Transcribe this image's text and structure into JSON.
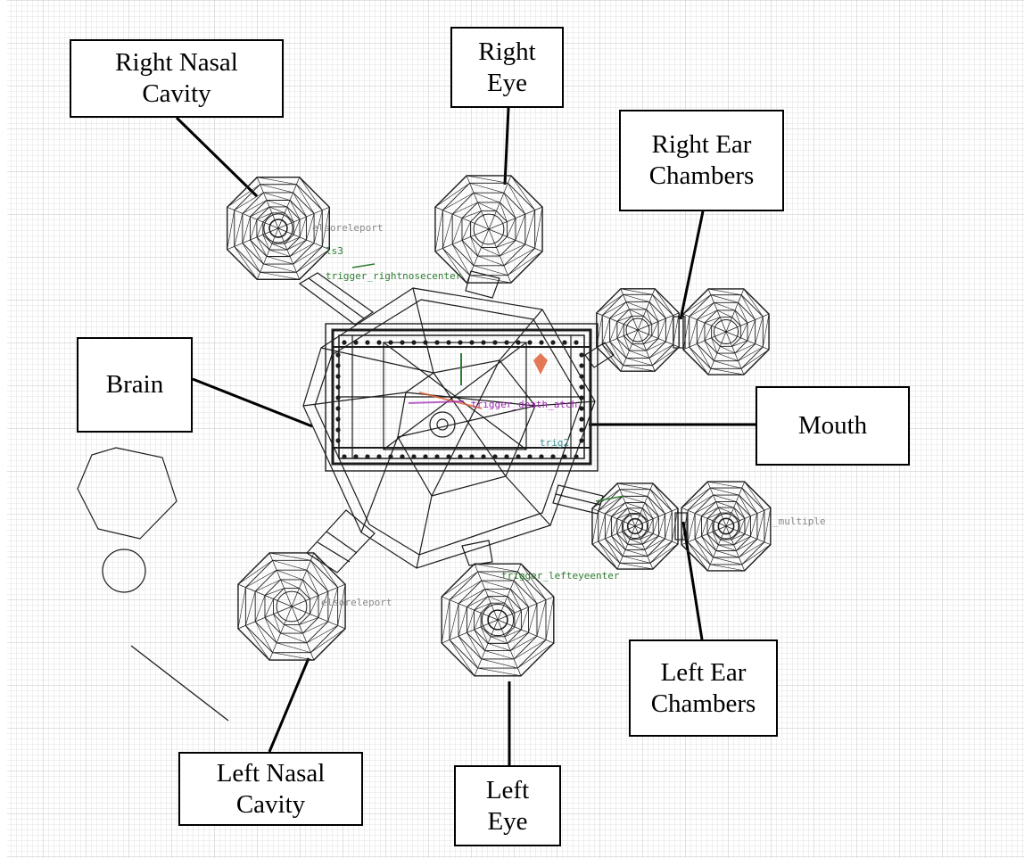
{
  "colors": {
    "grid_minor": "#e1e1e1",
    "grid_major": "#c6c6c6",
    "wire": "#1c1c1c",
    "leader": "#000000",
    "entity_teal": "#3a8f8f",
    "entity_green": "#2e7d32",
    "entity_purple": "#9c27b0",
    "entity_gray": "#888888",
    "marker_red": "#e0603a"
  },
  "callouts": {
    "right_nasal": "Right Nasal\nCavity",
    "right_eye": "Right\nEye",
    "right_ear": "Right Ear\nChambers",
    "brain": "Brain",
    "mouth": "Mouth",
    "left_ear": "Left Ear\nChambers",
    "left_nasal": "Left Nasal\nCavity",
    "left_eye": "Left\nEye"
  },
  "scene_labels": {
    "teleport_upper": "elsoreleport",
    "trigger_short": "ls3",
    "trigger_rightnose": "trigger_rightnosecenter",
    "trigger_death": "trigger_death_atch",
    "trigger_small": "trig2",
    "multiple": "_multiple",
    "trigger_lefteye": "trigger_lefteyeenter",
    "teleport_lower": "elsoreleport"
  }
}
